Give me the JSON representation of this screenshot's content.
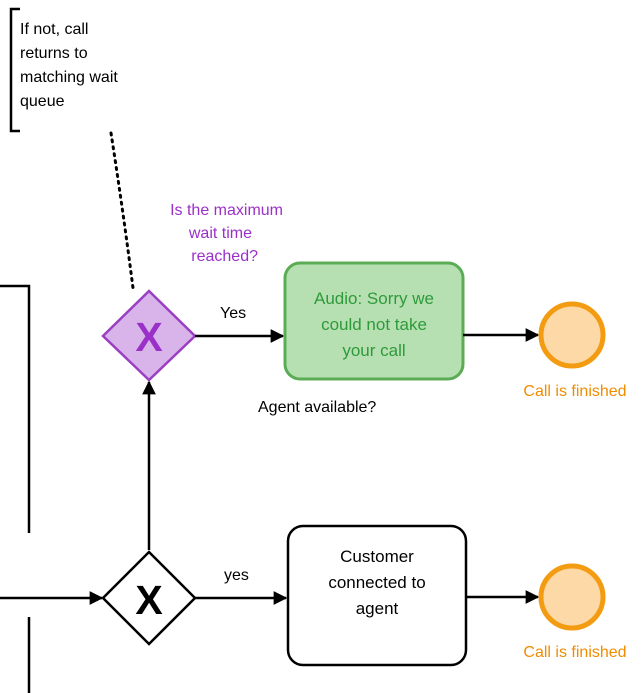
{
  "annotation": {
    "lines": [
      "If not, call",
      "returns to",
      "matching wait",
      "queue"
    ]
  },
  "gateway_timeout": {
    "question_lines": [
      "Is the maximum",
      "wait time",
      "reached?"
    ],
    "symbol": "X",
    "yes_label": "Yes"
  },
  "task_sorry": {
    "lines": [
      "Audio: Sorry we",
      "could not take",
      "your call"
    ]
  },
  "end_event_top": {
    "label": "Call is finished"
  },
  "gateway_agent": {
    "question": "Agent available?",
    "symbol": "X",
    "yes_label": "yes"
  },
  "task_connected": {
    "lines": [
      "Customer",
      "connected to",
      "agent"
    ]
  },
  "end_event_bottom": {
    "label": "Call is finished"
  },
  "colors": {
    "purple_fill": "#d8b4ea",
    "purple_stroke": "#9a3fc2",
    "purple_text": "#9b30c8",
    "green_fill": "#b6e0b2",
    "green_stroke": "#5aad55",
    "green_text": "#2f9a3a",
    "orange_fill": "#fdd9a8",
    "orange_stroke": "#f39c12",
    "orange_text": "#f08c00"
  }
}
